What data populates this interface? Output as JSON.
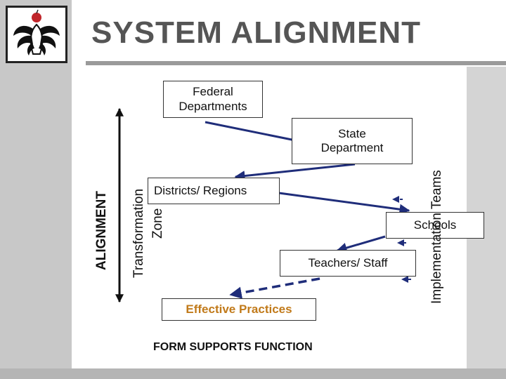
{
  "slide": {
    "title": "SYSTEM ALIGNMENT",
    "boxes": {
      "federal": "Federal Departments",
      "state": "State Department",
      "districts": "Districts/ Regions",
      "schools": "Schools",
      "teachers": "Teachers/ Staff",
      "practices": "Effective Practices"
    },
    "labels": {
      "alignment": "ALIGNMENT",
      "transformation": "Transformation",
      "zone": "Zone",
      "implementation": "Implementation Teams"
    },
    "footer": "FORM SUPPORTS FUNCTION",
    "colors": {
      "arrow": "#1f2d7a",
      "practices_text": "#c17a1a",
      "title": "#555555",
      "sidebar": "#c8c8c8"
    },
    "logo_icon": "apple-tree-logo-icon"
  }
}
